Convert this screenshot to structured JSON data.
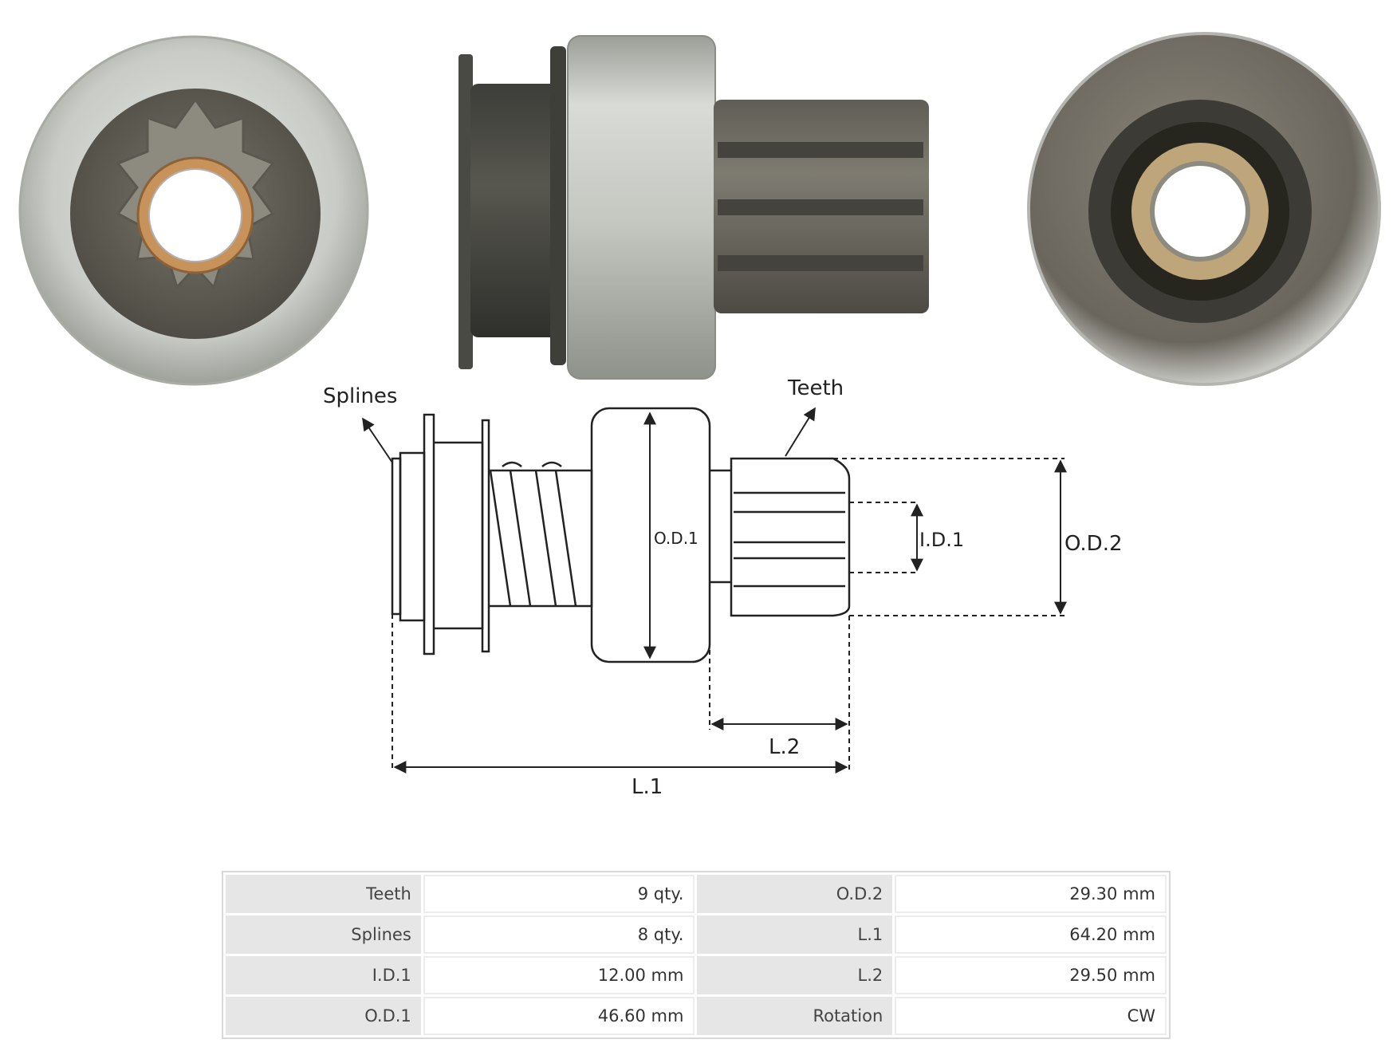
{
  "diagram": {
    "labels": {
      "splines": "Splines",
      "teeth": "Teeth",
      "od1": "O.D.1",
      "id1": "I.D.1",
      "od2": "O.D.2",
      "l2": "L.2",
      "l1": "L.1"
    }
  },
  "photos": {
    "front_view": "pinion-front-view",
    "side_view": "pinion-side-view",
    "rear_view": "pinion-rear-view"
  },
  "specs": {
    "rows": [
      {
        "k1": "Teeth",
        "v1": "9 qty.",
        "k2": "O.D.2",
        "v2": "29.30 mm"
      },
      {
        "k1": "Splines",
        "v1": "8 qty.",
        "k2": "L.1",
        "v2": "64.20 mm"
      },
      {
        "k1": "I.D.1",
        "v1": "12.00 mm",
        "k2": "L.2",
        "v2": "29.50 mm"
      },
      {
        "k1": "O.D.1",
        "v1": "46.60 mm",
        "k2": "Rotation",
        "v2": "CW"
      }
    ]
  },
  "colors": {
    "metal_light": "#c9cbc6",
    "metal_dark": "#5b5a52",
    "bronze": "#c8935a",
    "line": "#222222"
  }
}
